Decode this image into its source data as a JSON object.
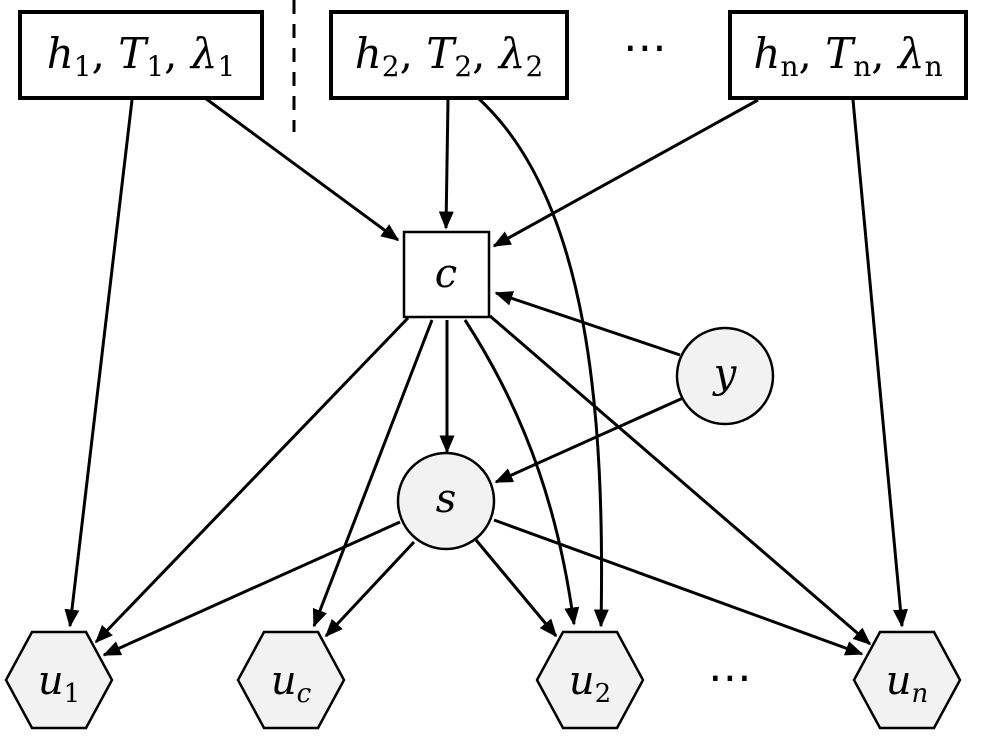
{
  "params": [
    {
      "id": "p1",
      "h": "h",
      "h_sub": "1",
      "T": "T",
      "T_sub": "1",
      "lambda": "λ",
      "lambda_sub": "1"
    },
    {
      "id": "p2",
      "h": "h",
      "h_sub": "2",
      "T": "T",
      "T_sub": "2",
      "lambda": "λ",
      "lambda_sub": "2"
    },
    {
      "id": "pn",
      "h": "h",
      "h_sub": "n",
      "T": "T",
      "T_sub": "n",
      "lambda": "λ",
      "lambda_sub": "n"
    }
  ],
  "top_ellipsis": "⋯",
  "bottom_ellipsis": "⋯",
  "nodes": {
    "c": "c",
    "y": "y",
    "s": "s"
  },
  "outputs": [
    {
      "id": "u1",
      "base": "u",
      "sub": "1"
    },
    {
      "id": "uc",
      "base": "u",
      "sub": "c"
    },
    {
      "id": "u2",
      "base": "u",
      "sub": "2"
    },
    {
      "id": "un",
      "base": "u",
      "sub": "n"
    }
  ],
  "edges": [
    {
      "from": "p1",
      "to": "u1"
    },
    {
      "from": "p1",
      "to": "c"
    },
    {
      "from": "p2",
      "to": "c"
    },
    {
      "from": "p2",
      "to": "u2"
    },
    {
      "from": "pn",
      "to": "c"
    },
    {
      "from": "pn",
      "to": "un"
    },
    {
      "from": "y",
      "to": "c"
    },
    {
      "from": "y",
      "to": "s"
    },
    {
      "from": "c",
      "to": "s"
    },
    {
      "from": "c",
      "to": "u1"
    },
    {
      "from": "c",
      "to": "uc"
    },
    {
      "from": "c",
      "to": "u2"
    },
    {
      "from": "c",
      "to": "un"
    },
    {
      "from": "s",
      "to": "u1"
    },
    {
      "from": "s",
      "to": "uc"
    },
    {
      "from": "s",
      "to": "u2"
    },
    {
      "from": "s",
      "to": "un"
    }
  ]
}
